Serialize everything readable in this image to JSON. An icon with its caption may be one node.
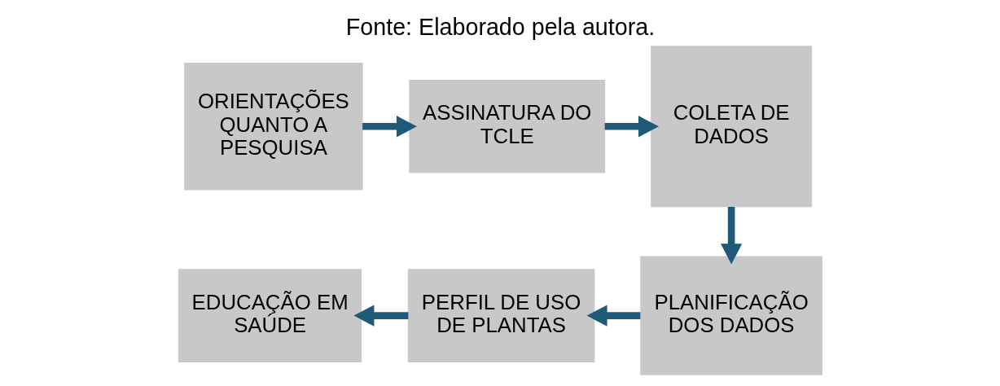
{
  "diagram": {
    "caption": "Fonte: Elaborado pela autora.",
    "nodes": [
      {
        "text": [
          "ORIENTAÇÕES QUANTO A PESQUISA"
        ]
      },
      {
        "text": [
          "ASSINATURA DO TCLE"
        ]
      },
      {
        "text": [
          "COLETA DE DADOS"
        ]
      },
      {
        "text": [
          "PLANIFICAÇÃO DOS DADOS"
        ]
      },
      {
        "text": [
          "PERFIL DE USO DE PLANTAS"
        ]
      },
      {
        "text": [
          "EDUCAÇÃO EM SAÚDE"
        ]
      }
    ],
    "edges": [
      {
        "from": 0,
        "to": 1,
        "arrow": "to"
      },
      {
        "from": 1,
        "to": 2,
        "arrow": "to"
      },
      {
        "from": 2,
        "to": 3,
        "arrow": "to"
      },
      {
        "from": 3,
        "to": 4,
        "arrow": "to"
      },
      {
        "from": 4,
        "to": 5,
        "arrow": "to"
      }
    ]
  }
}
